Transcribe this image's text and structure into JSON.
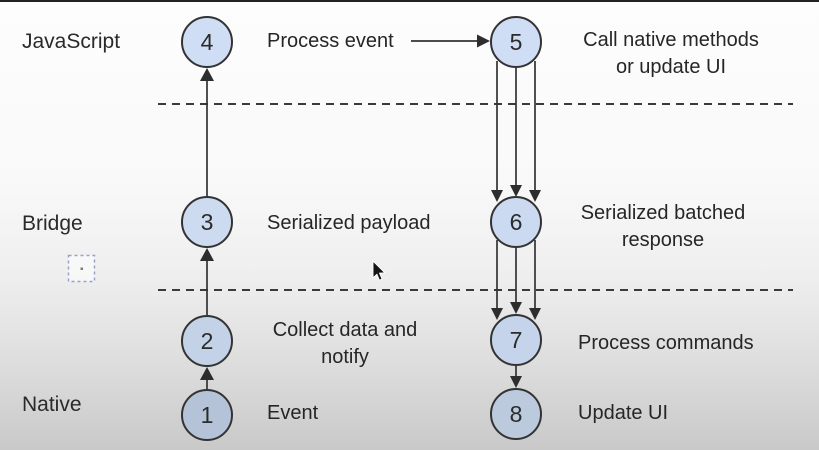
{
  "diagram": {
    "layers": {
      "javascript": "JavaScript",
      "bridge": "Bridge",
      "native": "Native"
    },
    "nodes": {
      "n1": {
        "num": "1",
        "label": "Event"
      },
      "n2": {
        "num": "2",
        "line1": "Collect data and",
        "line2": "notify"
      },
      "n3": {
        "num": "3",
        "label": "Serialized payload"
      },
      "n4": {
        "num": "4",
        "label": "Process event"
      },
      "n5": {
        "num": "5",
        "line1": "Call native methods",
        "line2": "or update UI"
      },
      "n6": {
        "num": "6",
        "line1": "Serialized batched",
        "line2": "response"
      },
      "n7": {
        "num": "7",
        "label": "Process commands"
      },
      "n8": {
        "num": "8",
        "label": "Update UI"
      }
    }
  },
  "colors": {
    "circle_stroke": "#333333",
    "label_text": "#262626",
    "dashed_separator": "#3a3a3a",
    "node_fills": {
      "n1": "#b4c3d7",
      "n2": "#c3d2e7",
      "n3": "#cddbf1",
      "n4": "#d0def5",
      "n5": "#d0def5",
      "n6": "#cbdaf0",
      "n7": "#c5d4ea",
      "n8": "#bccade"
    }
  }
}
